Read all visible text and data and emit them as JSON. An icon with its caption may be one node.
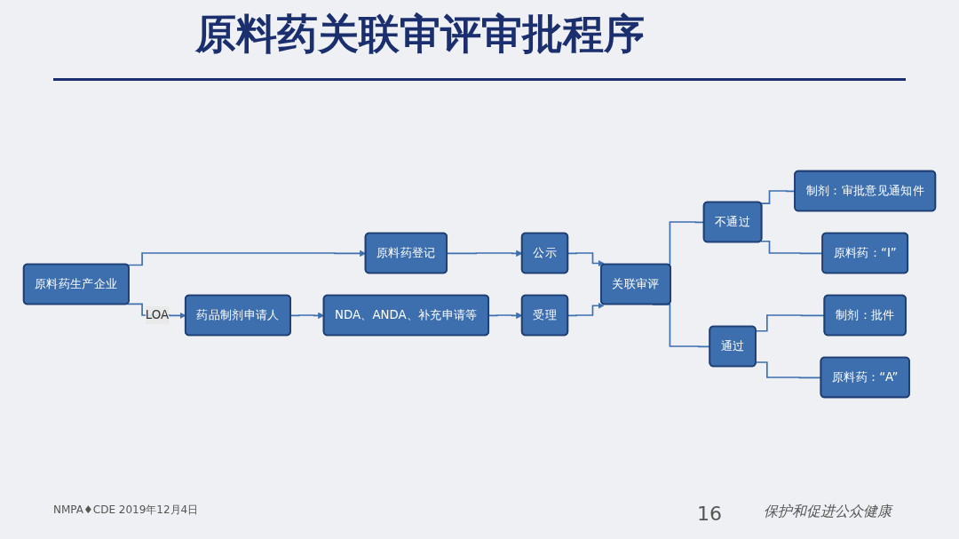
{
  "diagram": {
    "title": "原料药关联审评审批程序",
    "nodes": [
      {
        "text": [
          "原料药生产企业"
        ]
      },
      {
        "text": [
          "原料药登记"
        ]
      },
      {
        "text": [
          "公示"
        ]
      },
      {
        "text": [
          "药品制剂申请人"
        ]
      },
      {
        "text": [
          "NDA、ANDA、补充申请等"
        ]
      },
      {
        "text": [
          "受理"
        ]
      },
      {
        "text": [
          "关联审评"
        ]
      },
      {
        "text": [
          "不通过"
        ]
      },
      {
        "text": [
          "通过"
        ]
      },
      {
        "text": [
          "制剂：审批意见通知件"
        ]
      },
      {
        "text": [
          "原料药：“I”"
        ]
      },
      {
        "text": [
          "制剂：批件"
        ]
      },
      {
        "text": [
          "原料药：“A”"
        ]
      }
    ],
    "edges": [
      {
        "from": 0,
        "to": 1,
        "arrow": "to"
      },
      {
        "from": 1,
        "to": 2,
        "arrow": "to"
      },
      {
        "from": 2,
        "to": 6,
        "arrow": "to"
      },
      {
        "from": 0,
        "to": 3,
        "arrow": "to",
        "label": "LOA"
      },
      {
        "from": 3,
        "to": 4,
        "arrow": "to"
      },
      {
        "from": 4,
        "to": 5,
        "arrow": "to"
      },
      {
        "from": 5,
        "to": 6,
        "arrow": "to"
      },
      {
        "from": 6,
        "to": 7,
        "arrow": "none"
      },
      {
        "from": 6,
        "to": 8,
        "arrow": "none"
      },
      {
        "from": 7,
        "to": 9,
        "arrow": "none"
      },
      {
        "from": 7,
        "to": 10,
        "arrow": "none"
      },
      {
        "from": 8,
        "to": 11,
        "arrow": "none"
      },
      {
        "from": 8,
        "to": 12,
        "arrow": "none"
      }
    ],
    "labels": [
      "NMPA♦CDE 2019年12月4日",
      "16",
      "保护和促进公众健康"
    ]
  }
}
